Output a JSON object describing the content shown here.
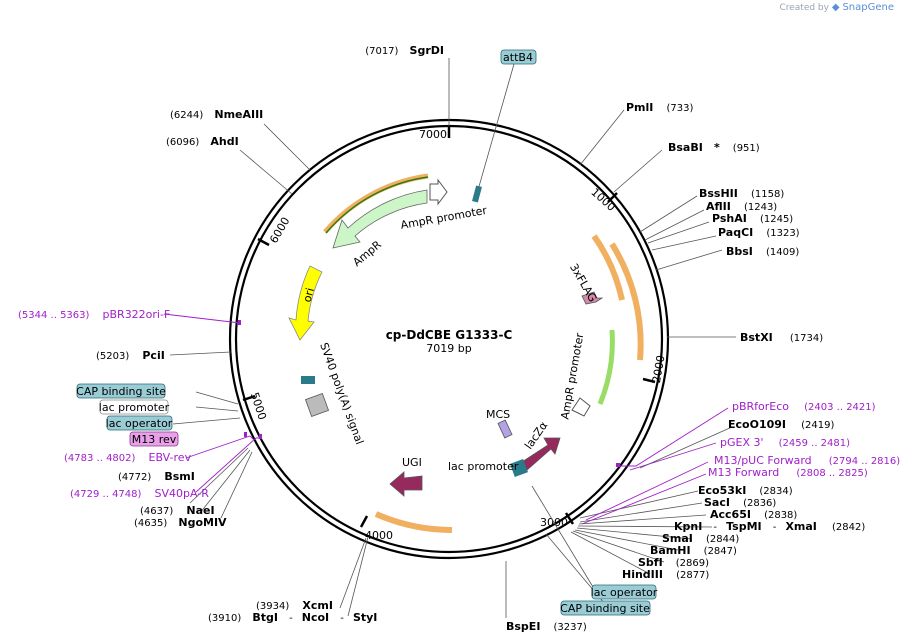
{
  "credit": {
    "prefix": "Created by",
    "brand": "SnapGene"
  },
  "plasmid": {
    "name": "cp-DdCBE G1333-C",
    "size_label": "7019 bp"
  },
  "ticks": [
    "1000",
    "2000",
    "3000",
    "4000",
    "5000",
    "6000",
    "7000"
  ],
  "enzymes": {
    "sgrdi": {
      "name": "SgrDI",
      "pos": "(7017)"
    },
    "nmeaiii": {
      "name": "NmeAIII",
      "pos": "(6244)"
    },
    "ahdi": {
      "name": "AhdI",
      "pos": "(6096)"
    },
    "pmli": {
      "name": "PmlI",
      "pos": "(733)"
    },
    "bsabi": {
      "name": "BsaBI",
      "star": "*",
      "pos": "(951)"
    },
    "bsshii": {
      "name": "BssHII",
      "pos": "(1158)"
    },
    "aflii": {
      "name": "AflII",
      "pos": "(1243)"
    },
    "pshai": {
      "name": "PshAI",
      "pos": "(1245)"
    },
    "paqci": {
      "name": "PaqCI",
      "pos": "(1323)"
    },
    "bbsi": {
      "name": "BbsI",
      "pos": "(1409)"
    },
    "bstxi": {
      "name": "BstXI",
      "pos": "(1734)"
    },
    "pcii": {
      "name": "PciI",
      "pos": "(5203)"
    },
    "bsmi": {
      "name": "BsmI",
      "pos": "(4772)"
    },
    "naei": {
      "name": "NaeI",
      "pos": "(4637)"
    },
    "ngomiv": {
      "name": "NgoMIV",
      "pos": "(4635)"
    },
    "xmni": {
      "name": "XcmI",
      "pos": "(3934)"
    },
    "btgi": {
      "name": "BtgI",
      "sep1": "-",
      "name2": "NcoI",
      "sep2": "-",
      "name3": "StyI",
      "pos": "(3910)"
    },
    "bspei": {
      "name": "BspEI",
      "pos": "(3237)"
    },
    "eco0109i": {
      "name": "EcoO109I",
      "pos": "(2419)"
    },
    "eco53ki": {
      "name": "Eco53kI",
      "pos": "(2834)"
    },
    "saci": {
      "name": "SacI",
      "pos": "(2836)"
    },
    "acc65i": {
      "name": "Acc65I",
      "pos": "(2838)"
    },
    "kpni": {
      "name": "KpnI",
      "sep1": "-",
      "name2": "TspMI",
      "sep2": "-",
      "name3": "XmaI",
      "pos": "(2842)"
    },
    "smai": {
      "name": "SmaI",
      "pos": "(2844)"
    },
    "bamhi": {
      "name": "BamHI",
      "pos": "(2847)"
    },
    "sbfi": {
      "name": "SbfI",
      "pos": "(2869)"
    },
    "hindiii": {
      "name": "HindIII",
      "pos": "(2877)"
    }
  },
  "primers": {
    "pbr322": {
      "range": "(5344 .. 5363)",
      "name": "pBR322ori-F"
    },
    "ebv": {
      "range": "(4783 .. 4802)",
      "name": "EBV-rev"
    },
    "sv40pa": {
      "range": "(4729 .. 4748)",
      "name": "SV40pA-R"
    },
    "pbrforeco": {
      "name": "pBRforEco",
      "range": "(2403 .. 2421)"
    },
    "pgex": {
      "name": "pGEX 3'",
      "range": "(2459 .. 2481)"
    },
    "m13puc": {
      "name": "M13/pUC Forward",
      "range": "(2794 .. 2816)"
    },
    "m13fwd": {
      "name": "M13 Forward",
      "range": "(2808 .. 2825)"
    }
  },
  "boxes": {
    "attb4": "attB4",
    "cap1": "CAP binding site",
    "lacprom1": "lac promoter",
    "lacop1": "lac operator",
    "m13rev": "M13 rev",
    "lacop2": "lac operator",
    "cap2": "CAP binding site"
  },
  "features": {
    "ampr_promoter_top": "AmpR promoter",
    "ampr": "AmpR",
    "ori": "ori",
    "sv40": "SV40 poly(A) signal",
    "flag": "3xFLAG",
    "ampr_promoter_right": "AmpR promoter",
    "mcs": "MCS",
    "lacza": "lacZα",
    "lac_promoter_inner": "lac promoter",
    "ugi": "UGI"
  },
  "colors": {
    "ampr": "#ccf5c8",
    "ori": "#ffff00",
    "ugi": "#962a5e",
    "orange_band": "#f0b060",
    "green_band": "#99dd66",
    "blue_box": "#99ccd4",
    "pink_box": "#e8a0e8",
    "primer": "#a020c8"
  }
}
